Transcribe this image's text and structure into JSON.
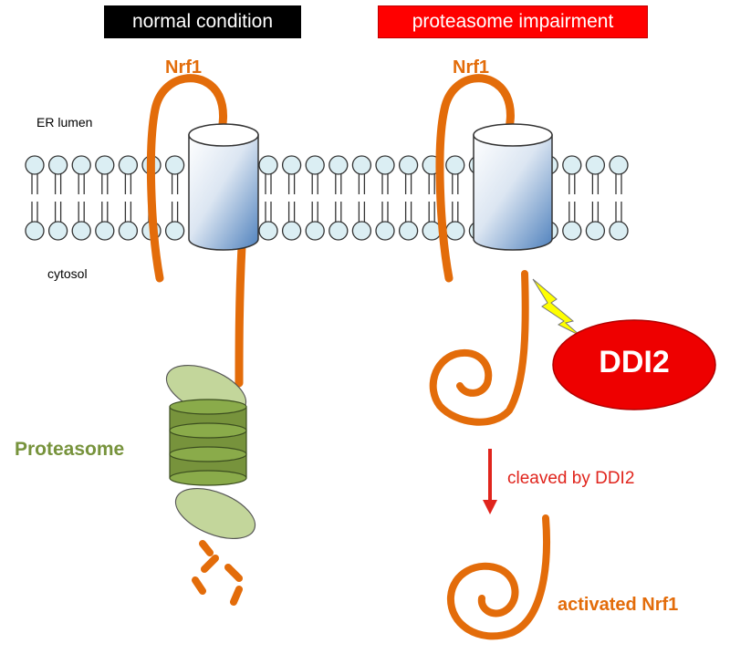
{
  "headers": {
    "normal": "normal condition",
    "impairment": "proteasome impairment"
  },
  "labels": {
    "nrf1_left": "Nrf1",
    "nrf1_right": "Nrf1",
    "er_lumen": "ER lumen",
    "cytosol": "cytosol",
    "proteasome": "Proteasome",
    "ddi2": "DDI2",
    "cleaved": "cleaved by DDI2",
    "activated": "activated Nrf1"
  },
  "colors": {
    "nrf1_strand": "#e36c0a",
    "proteasome_green": "#77933c",
    "proteasome_light": "#c3d69b",
    "ddi2_red": "#ee0000",
    "arrow_red": "#e0241c",
    "lipid_head": "#dbeef3",
    "channel_blue": "#4f81bd",
    "lightning_yellow": "#ffff00"
  }
}
